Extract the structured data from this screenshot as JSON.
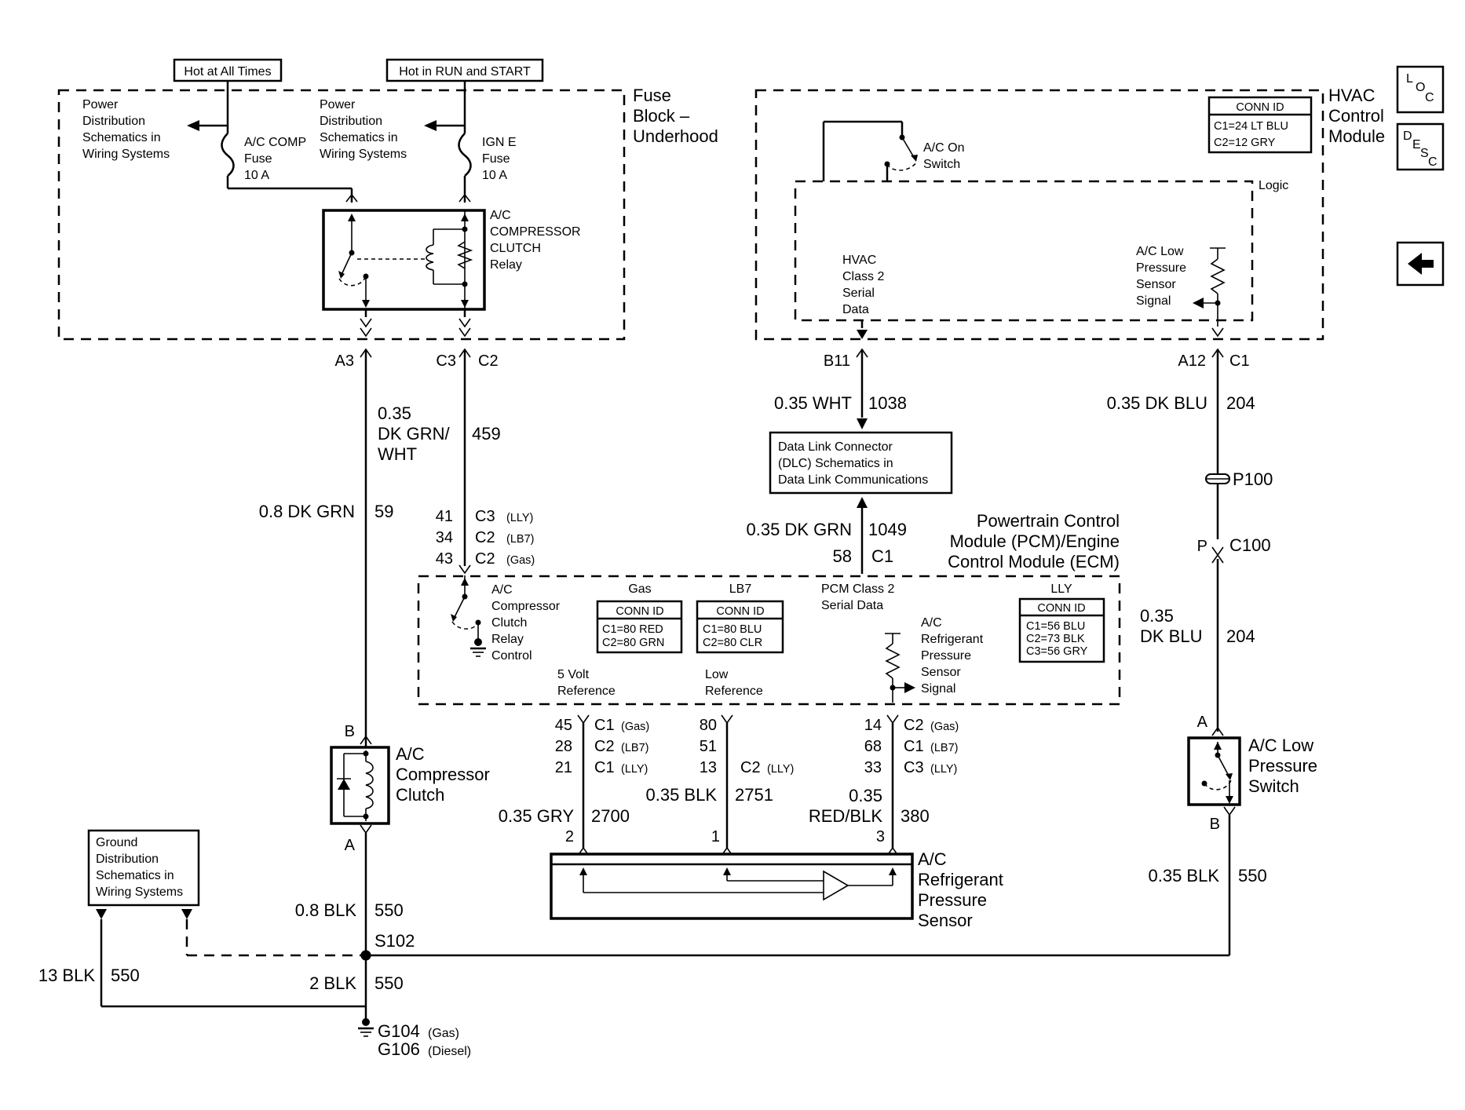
{
  "fuse_block": {
    "hot_all_times": "Hot at All Times",
    "hot_run_start": "Hot in RUN and START",
    "power_dist_left": [
      "Power",
      "Distribution",
      "Schematics in",
      "Wiring Systems"
    ],
    "power_dist_right": [
      "Power",
      "Distribution",
      "Schematics in",
      "Wiring Systems"
    ],
    "ac_comp_fuse": [
      "A/C COMP",
      "Fuse",
      "10 A"
    ],
    "igne_fuse": [
      "IGN E",
      "Fuse",
      "10 A"
    ],
    "relay_label": [
      "A/C",
      "COMPRESSOR",
      "CLUTCH",
      "Relay"
    ],
    "title": [
      "Fuse",
      "Block –",
      "Underhood"
    ],
    "pin_a3": "A3",
    "pin_c3": "C3",
    "pin_c2": "C2"
  },
  "hvac": {
    "title": [
      "HVAC",
      "Control",
      "Module"
    ],
    "conn_id_title": "CONN ID",
    "conn_ids": [
      "C1=24 LT BLU",
      "C2=12 GRY"
    ],
    "ac_on_switch": [
      "A/C On",
      "Switch"
    ],
    "logic": "Logic",
    "class2_label": [
      "HVAC",
      "Class 2",
      "Serial",
      "Data"
    ],
    "lp_signal": [
      "A/C Low",
      "Pressure",
      "Sensor",
      "Signal"
    ],
    "pin_b11": "B11",
    "pin_a12": "A12",
    "pin_c1": "C1"
  },
  "nav": {
    "loc": [
      "L",
      "O",
      "C"
    ],
    "desc": [
      "D",
      "E",
      "S",
      "C"
    ]
  },
  "wires": {
    "w459_gauge": [
      "0.35",
      "DK GRN/",
      "WHT"
    ],
    "w459_circuit": "459",
    "w59_gauge": "0.8 DK GRN",
    "w59_circuit": "59",
    "w1038_gauge": "0.35 WHT",
    "w1038_circuit": "1038",
    "w1049_gauge": "0.35 DK GRN",
    "w1049_circuit": "1049",
    "w1049_pin": "58",
    "w1049_conn": "C1",
    "w204_gauge": "0.35 DK BLU",
    "w204_circuit": "204",
    "w204b_gauge": [
      "0.35",
      "DK BLU"
    ],
    "w204b_circuit": "204",
    "p100": "P100",
    "c100_pin": "P",
    "c100": "C100",
    "w2700_gauge": "0.35 GRY",
    "w2700_circuit": "2700",
    "w2751_gauge": "0.35 BLK",
    "w2751_circuit": "2751",
    "w380_gauge": [
      "0.35",
      "RED/BLK"
    ],
    "w380_circuit": "380",
    "w550_a_gauge": "0.8 BLK",
    "w550_a_circuit": "550",
    "w550_b_gauge": "2 BLK",
    "w550_b_circuit": "550",
    "w550_c_gauge": "13 BLK",
    "w550_c_circuit": "550",
    "w550_d_gauge": "0.35 BLK",
    "w550_d_circuit": "550",
    "s102": "S102"
  },
  "dlc": {
    "label": [
      "Data Link Connector",
      "(DLC) Schematics in",
      "Data Link Communications"
    ]
  },
  "pcm": {
    "title": [
      "Powertrain Control",
      "Module (PCM)/Engine",
      "Control Module (ECM)"
    ],
    "relay_pins": [
      {
        "pin": "41",
        "conn": "C3",
        "variant": "(LLY)"
      },
      {
        "pin": "34",
        "conn": "C2",
        "variant": "(LB7)"
      },
      {
        "pin": "43",
        "conn": "C2",
        "variant": "(Gas)"
      }
    ],
    "relay_control": [
      "A/C",
      "Compressor",
      "Clutch",
      "Relay",
      "Control"
    ],
    "gas_title": "Gas",
    "gas_conn_ids": [
      "C1=80 RED",
      "C2=80 GRN"
    ],
    "lb7_title": "LB7",
    "lb7_conn_ids": [
      "C1=80 BLU",
      "C2=80 CLR"
    ],
    "lly_title": "LLY",
    "lly_conn_ids": [
      "C1=56 BLU",
      "C2=73 BLK",
      "C3=56 GRY"
    ],
    "conn_id_title": "CONN ID",
    "class2_label": [
      "PCM Class 2",
      "Serial Data"
    ],
    "refrig_signal": [
      "A/C",
      "Refrigerant",
      "Pressure",
      "Sensor",
      "Signal"
    ],
    "ref5v": [
      "5 Volt",
      "Reference"
    ],
    "low_ref": [
      "Low",
      "Reference"
    ],
    "pins_5v": [
      {
        "pin": "45",
        "conn": "C1",
        "variant": "(Gas)"
      },
      {
        "pin": "28",
        "conn": "C2",
        "variant": "(LB7)"
      },
      {
        "pin": "21",
        "conn": "C1",
        "variant": "(LLY)"
      }
    ],
    "pins_low": [
      {
        "pin": "80",
        "conn": "",
        "variant": ""
      },
      {
        "pin": "51",
        "conn": "",
        "variant": ""
      },
      {
        "pin": "13",
        "conn": "C2",
        "variant": "(LLY)"
      }
    ],
    "pins_sig": [
      {
        "pin": "14",
        "conn": "C2",
        "variant": "(Gas)"
      },
      {
        "pin": "68",
        "conn": "C1",
        "variant": "(LB7)"
      },
      {
        "pin": "33",
        "conn": "C3",
        "variant": "(LLY)"
      }
    ]
  },
  "compressor": {
    "label": [
      "A/C",
      "Compressor",
      "Clutch"
    ],
    "pin_b": "B",
    "pin_a": "A"
  },
  "sensor": {
    "label": [
      "A/C",
      "Refrigerant",
      "Pressure",
      "Sensor"
    ],
    "pin2": "2",
    "pin1": "1",
    "pin3": "3"
  },
  "lp_switch": {
    "label": [
      "A/C Low",
      "Pressure",
      "Switch"
    ],
    "pin_a": "A",
    "pin_b": "B"
  },
  "ground": {
    "dist": [
      "Ground",
      "Distribution",
      "Schematics in",
      "Wiring Systems"
    ],
    "g104": "G104",
    "g104_variant": "(Gas)",
    "g106": "G106",
    "g106_variant": "(Diesel)"
  }
}
